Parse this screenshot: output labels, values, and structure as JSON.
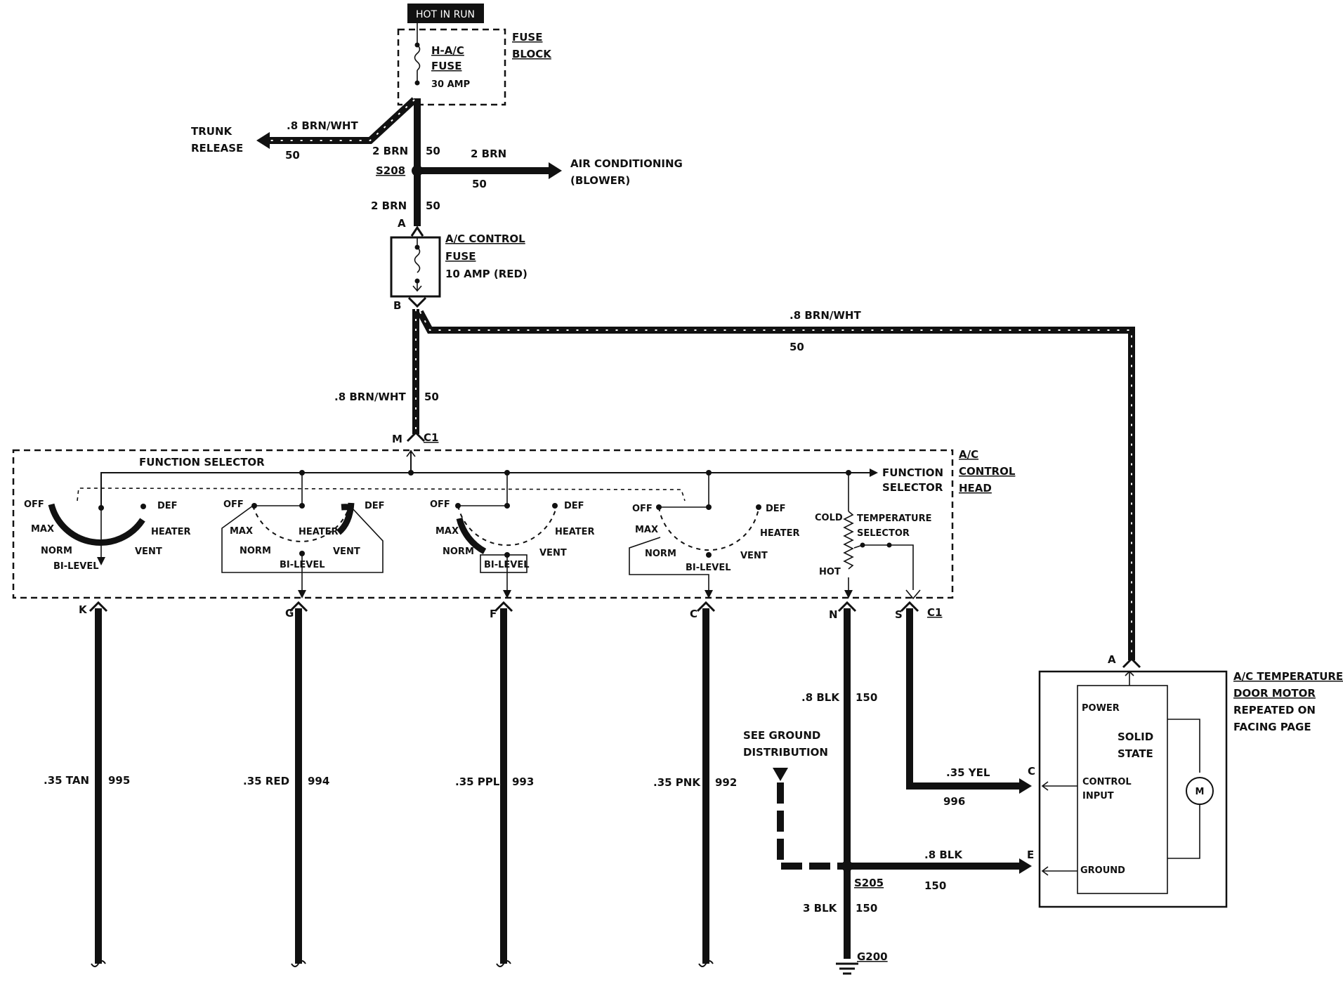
{
  "fuse_block": {
    "hot_label": "HOT IN RUN",
    "fuse_name_1": "H-A/C",
    "fuse_name_2": "FUSE",
    "fuse_rating": "30 AMP",
    "block_label_1": "FUSE",
    "block_label_2": "BLOCK"
  },
  "trunk_release": {
    "label_1": "TRUNK",
    "label_2": "RELEASE",
    "wire": ".8 BRN/WHT",
    "circuit": "50"
  },
  "feed": {
    "wire_upper": "2 BRN",
    "circuit_upper": "50",
    "splice": "S208",
    "wire_lower": "2 BRN",
    "circuit_lower": "50"
  },
  "air_conditioning": {
    "wire": "2 BRN",
    "circuit": "50",
    "label_1": "AIR CONDITIONING",
    "label_2": "(BLOWER)"
  },
  "ac_fuse": {
    "pin_in": "A",
    "pin_out": "B",
    "label_1": "A/C CONTROL",
    "label_2": "FUSE",
    "rating": "10 AMP (RED)"
  },
  "motor_feed": {
    "wire": ".8 BRN/WHT",
    "circuit": "50"
  },
  "head_feed": {
    "wire": ".8 BRN/WHT",
    "circuit": "50",
    "pin": "M",
    "connector": "C1"
  },
  "control_head": {
    "label_1": "A/C",
    "label_2": "CONTROL",
    "label_3": "HEAD",
    "bus_label": "FUNCTION SELECTOR",
    "out_label_1": "FUNCTION",
    "out_label_2": "SELECTOR",
    "switch_positions": {
      "off": "OFF",
      "def": "DEF",
      "max": "MAX",
      "heater": "HEATER",
      "norm": "NORM",
      "vent": "VENT",
      "bilevel": "BI-LEVEL"
    },
    "temp": {
      "cold": "COLD",
      "hot": "HOT",
      "label_1": "TEMPERATURE",
      "label_2": "SELECTOR"
    },
    "connector": "C1"
  },
  "outputs": [
    {
      "pin": "K",
      "wire": ".35 TAN",
      "circuit": "995"
    },
    {
      "pin": "G",
      "wire": ".35 RED",
      "circuit": "994"
    },
    {
      "pin": "F",
      "wire": ".35 PPL",
      "circuit": "993"
    },
    {
      "pin": "C",
      "wire": ".35 PNK",
      "circuit": "992"
    }
  ],
  "ground_path": {
    "pin": "N",
    "wire_upper": ".8 BLK",
    "circuit_upper": "150",
    "see_label_1": "SEE GROUND",
    "see_label_2": "DISTRIBUTION",
    "splice": "S205",
    "wire_lower": "3 BLK",
    "circuit_lower": "150",
    "ground": "G200"
  },
  "control_wire": {
    "pin": "S",
    "wire": ".35 YEL",
    "circuit": "996"
  },
  "motor_ground_wire": {
    "wire": ".8 BLK",
    "circuit": "150"
  },
  "motor": {
    "label_1": "A/C TEMPERATURE",
    "label_2": "DOOR MOTOR",
    "label_3": "REPEATED ON",
    "label_4": "FACING PAGE",
    "pin_power": "A",
    "pin_control": "C",
    "pin_ground": "E",
    "power": "POWER",
    "solid_1": "SOLID",
    "solid_2": "STATE",
    "control_1": "CONTROL",
    "control_2": "INPUT",
    "ground": "GROUND",
    "motor_symbol": "M"
  }
}
